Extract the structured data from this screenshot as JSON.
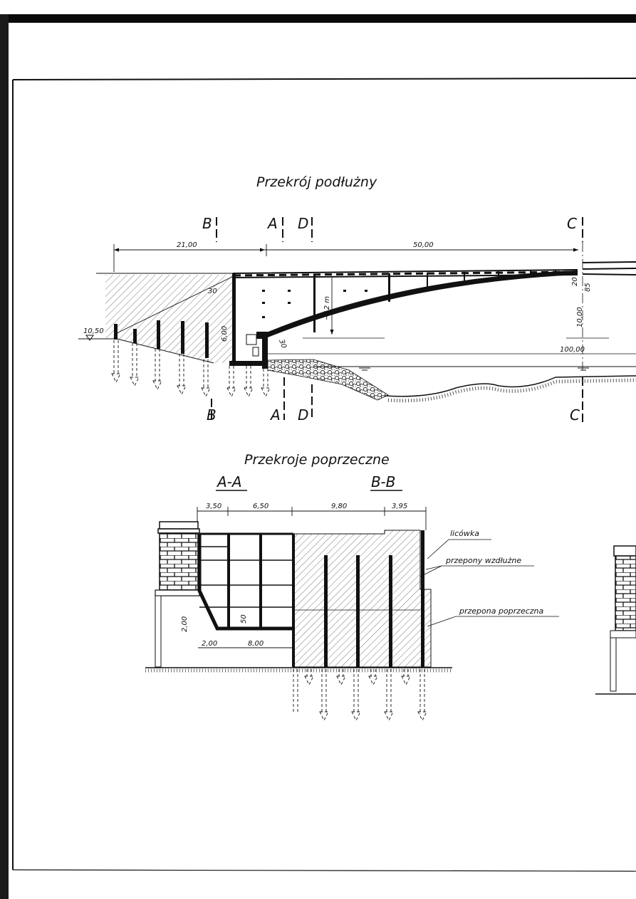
{
  "drawing": {
    "longitudinal_title": "Przekrój podłużny",
    "cross_title": "Przekroje poprzeczne",
    "section_marks": {
      "b": "B",
      "a": "A",
      "d": "D",
      "c": "C"
    },
    "cross_sections": {
      "aa": "A-A",
      "bb": "B-B"
    },
    "longitudinal_dims": {
      "abutment_length": "21,00",
      "span": "50,00",
      "ground_level": "10,50",
      "arch_rise": "~12 m",
      "wall_thickness": "30",
      "pile_depth": "6,00",
      "arch_thickness_springing": "30",
      "deck_thickness": "20",
      "crown_depth": "85",
      "clearance": "10,00",
      "reference_level": "100,00"
    },
    "cross_dims": {
      "w1": "3,50",
      "w2": "6,50",
      "w3": "9,80",
      "w4": "3,95",
      "h1": "2,00",
      "b1": "2,00",
      "b2": "8,00",
      "t1": "50"
    },
    "callouts": {
      "facing": "licówka",
      "longitudinal_diaphragms": "przepony wzdłużne",
      "transverse_diaphragm": "przepona poprzeczna"
    },
    "colors": {
      "ink": "#111111",
      "paper": "#ffffff",
      "scan_edge": "#0a0a0a"
    }
  }
}
